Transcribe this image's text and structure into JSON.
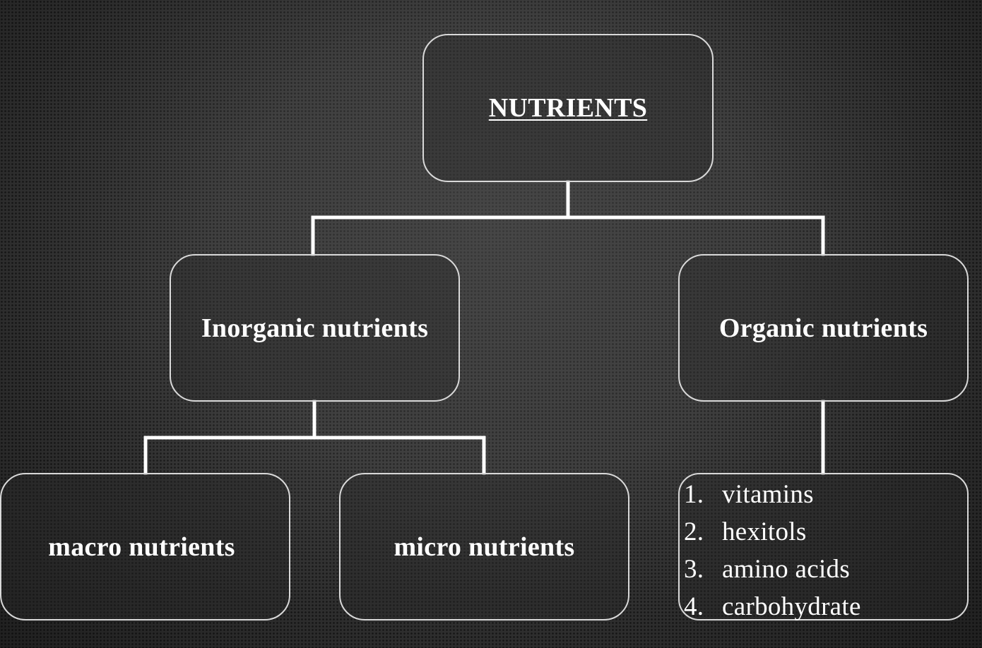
{
  "diagram": {
    "root": {
      "label": "NUTRIENTS"
    },
    "inorganic": {
      "label": "Inorganic nutrients",
      "children": [
        {
          "label": "macro nutrients"
        },
        {
          "label": "micro nutrients"
        }
      ]
    },
    "organic": {
      "label": "Organic nutrients",
      "list": [
        {
          "num": "1.",
          "text": "vitamins"
        },
        {
          "num": "2.",
          "text": "hexitols"
        },
        {
          "num": "3.",
          "text": "amino acids"
        },
        {
          "num": "4.",
          "text": "carbohydrate"
        }
      ]
    }
  },
  "colors": {
    "background": "#3a3a3a",
    "line": "#ffffff",
    "border": "#d9d9d9",
    "text": "#ffffff"
  }
}
